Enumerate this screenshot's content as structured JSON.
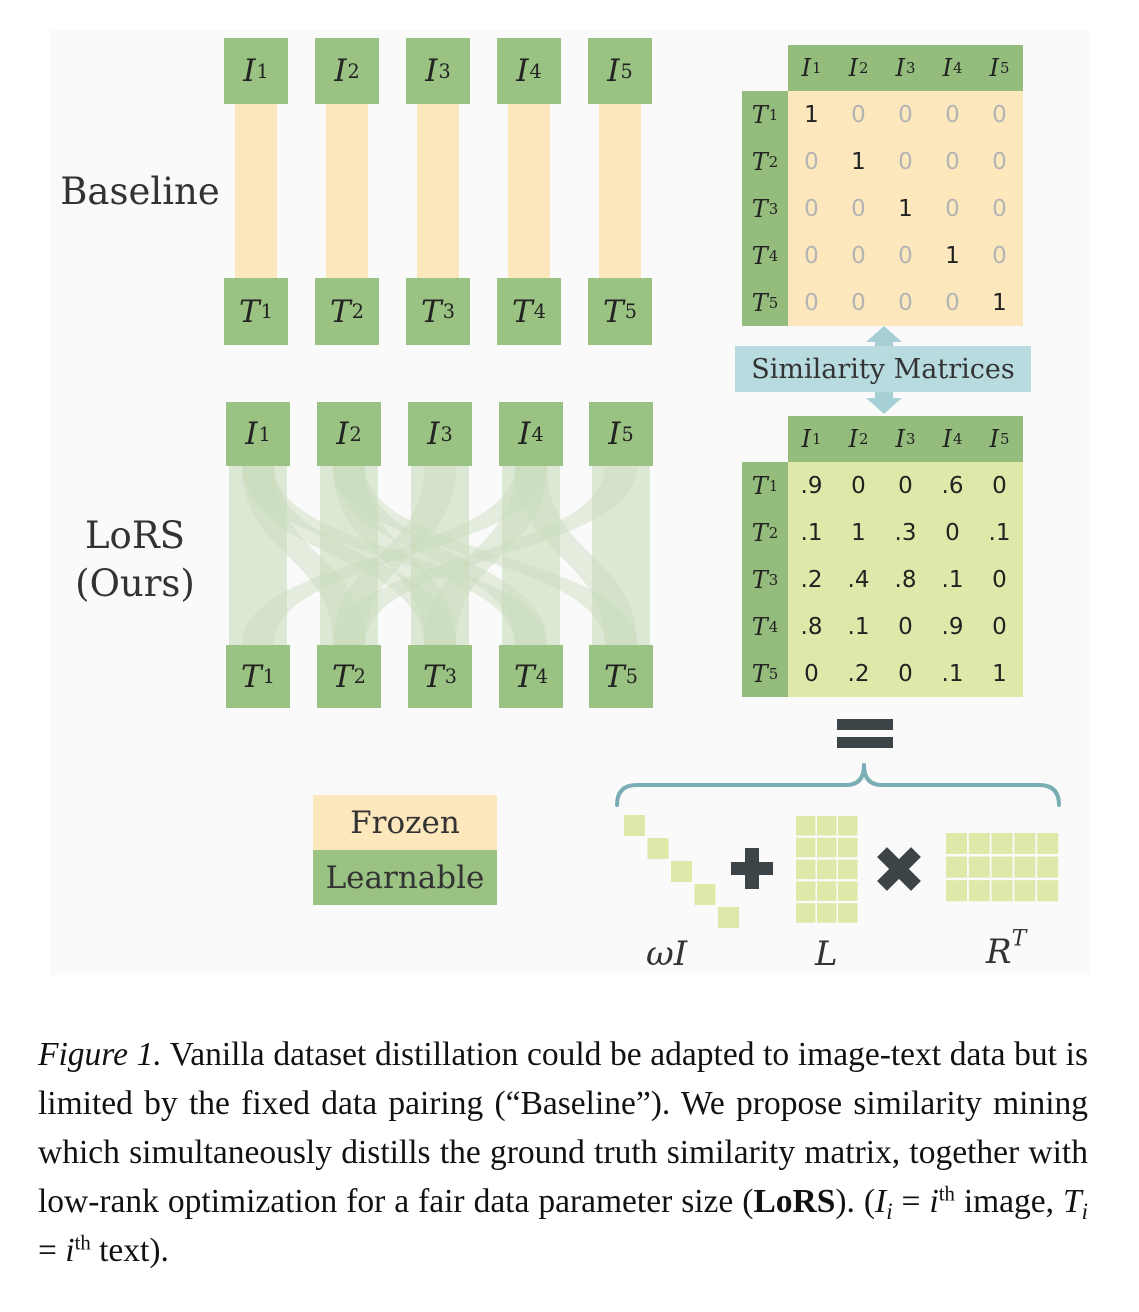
{
  "colors": {
    "learnable": "#9ac283",
    "frozen": "#fde8bd",
    "matrix_light_green": "#dde8a9",
    "similarity_label_bg": "#b8dbe0",
    "arrow_blue": "#a6d0d6",
    "brace_teal": "#7aaeb5",
    "dark_symbol": "#3c4448"
  },
  "baseline": {
    "label": "Baseline",
    "images": [
      {
        "sym": "I",
        "sub": "1"
      },
      {
        "sym": "I",
        "sub": "2"
      },
      {
        "sym": "I",
        "sub": "3"
      },
      {
        "sym": "I",
        "sub": "4"
      },
      {
        "sym": "I",
        "sub": "5"
      }
    ],
    "texts": [
      {
        "sym": "T",
        "sub": "1"
      },
      {
        "sym": "T",
        "sub": "2"
      },
      {
        "sym": "T",
        "sub": "3"
      },
      {
        "sym": "T",
        "sub": "4"
      },
      {
        "sym": "T",
        "sub": "5"
      }
    ]
  },
  "lors": {
    "label_line1": "LoRS",
    "label_line2": "(Ours)",
    "images": [
      {
        "sym": "I",
        "sub": "1"
      },
      {
        "sym": "I",
        "sub": "2"
      },
      {
        "sym": "I",
        "sub": "3"
      },
      {
        "sym": "I",
        "sub": "4"
      },
      {
        "sym": "I",
        "sub": "5"
      }
    ],
    "texts": [
      {
        "sym": "T",
        "sub": "1"
      },
      {
        "sym": "T",
        "sub": "2"
      },
      {
        "sym": "T",
        "sub": "3"
      },
      {
        "sym": "T",
        "sub": "4"
      },
      {
        "sym": "T",
        "sub": "5"
      }
    ]
  },
  "baseline_matrix": {
    "col_headers": [
      {
        "sym": "I",
        "sub": "1"
      },
      {
        "sym": "I",
        "sub": "2"
      },
      {
        "sym": "I",
        "sub": "3"
      },
      {
        "sym": "I",
        "sub": "4"
      },
      {
        "sym": "I",
        "sub": "5"
      }
    ],
    "row_headers": [
      {
        "sym": "T",
        "sub": "1"
      },
      {
        "sym": "T",
        "sub": "2"
      },
      {
        "sym": "T",
        "sub": "3"
      },
      {
        "sym": "T",
        "sub": "4"
      },
      {
        "sym": "T",
        "sub": "5"
      }
    ],
    "values": [
      [
        "1",
        "0",
        "0",
        "0",
        "0"
      ],
      [
        "0",
        "1",
        "0",
        "0",
        "0"
      ],
      [
        "0",
        "0",
        "1",
        "0",
        "0"
      ],
      [
        "0",
        "0",
        "0",
        "1",
        "0"
      ],
      [
        "0",
        "0",
        "0",
        "0",
        "1"
      ]
    ]
  },
  "similarity_label": "Similarity Matrices",
  "lors_matrix": {
    "col_headers": [
      {
        "sym": "I",
        "sub": "1"
      },
      {
        "sym": "I",
        "sub": "2"
      },
      {
        "sym": "I",
        "sub": "3"
      },
      {
        "sym": "I",
        "sub": "4"
      },
      {
        "sym": "I",
        "sub": "5"
      }
    ],
    "row_headers": [
      {
        "sym": "T",
        "sub": "1"
      },
      {
        "sym": "T",
        "sub": "2"
      },
      {
        "sym": "T",
        "sub": "3"
      },
      {
        "sym": "T",
        "sub": "4"
      },
      {
        "sym": "T",
        "sub": "5"
      }
    ],
    "values": [
      [
        ".9",
        "0",
        "0",
        ".6",
        "0"
      ],
      [
        ".1",
        "1",
        ".3",
        "0",
        ".1"
      ],
      [
        ".2",
        ".4",
        ".8",
        ".1",
        "0"
      ],
      [
        ".8",
        ".1",
        "0",
        ".9",
        "0"
      ],
      [
        "0",
        ".2",
        "0",
        ".1",
        "1"
      ]
    ]
  },
  "legend": {
    "frozen": "Frozen",
    "learnable": "Learnable"
  },
  "decomposition": {
    "omega_label": "ωI",
    "l_label": "L",
    "r_label": "R",
    "r_sup": "T"
  },
  "caption": {
    "figure_label": "Figure 1.",
    "text1": "Vanilla dataset distillation could be adapted to image-text data but is limited by the fixed data pairing (“Baseline”). We propose similarity mining which simultaneously distills the ground truth similarity matrix, together with low-rank optimization for a fair data parameter size (",
    "bold": "LoRS",
    "text2": "). (",
    "i_sym": "I",
    "i_sub": "i",
    "eq1": " = ",
    "i_var": "i",
    "th1": "th",
    "text3": " image, ",
    "t_sym": "T",
    "t_sub": "i",
    "eq2": " = ",
    "i_var2": "i",
    "th2": "th",
    "text4": " text)."
  }
}
